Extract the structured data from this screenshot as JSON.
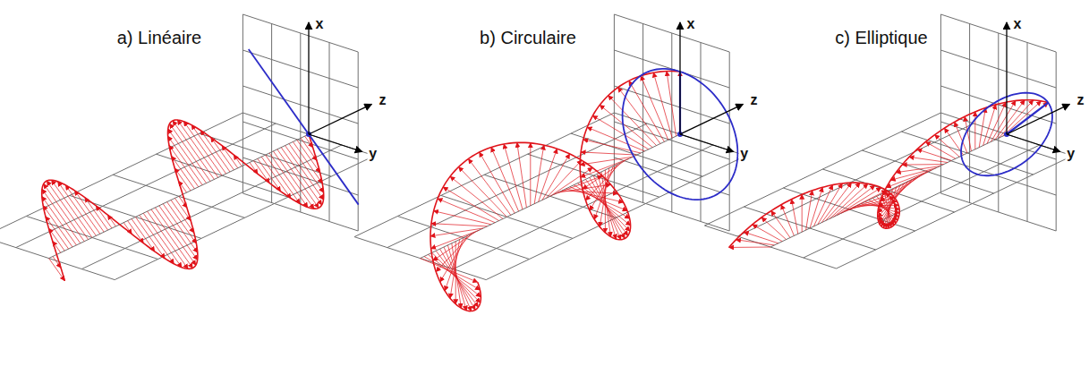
{
  "diagram": {
    "labels": [
      "a) Linéaire",
      "x",
      "z",
      "y",
      "b) Circulaire",
      "x",
      "z",
      "y",
      "c) Elliptique",
      "x",
      "z",
      "y"
    ]
  }
}
